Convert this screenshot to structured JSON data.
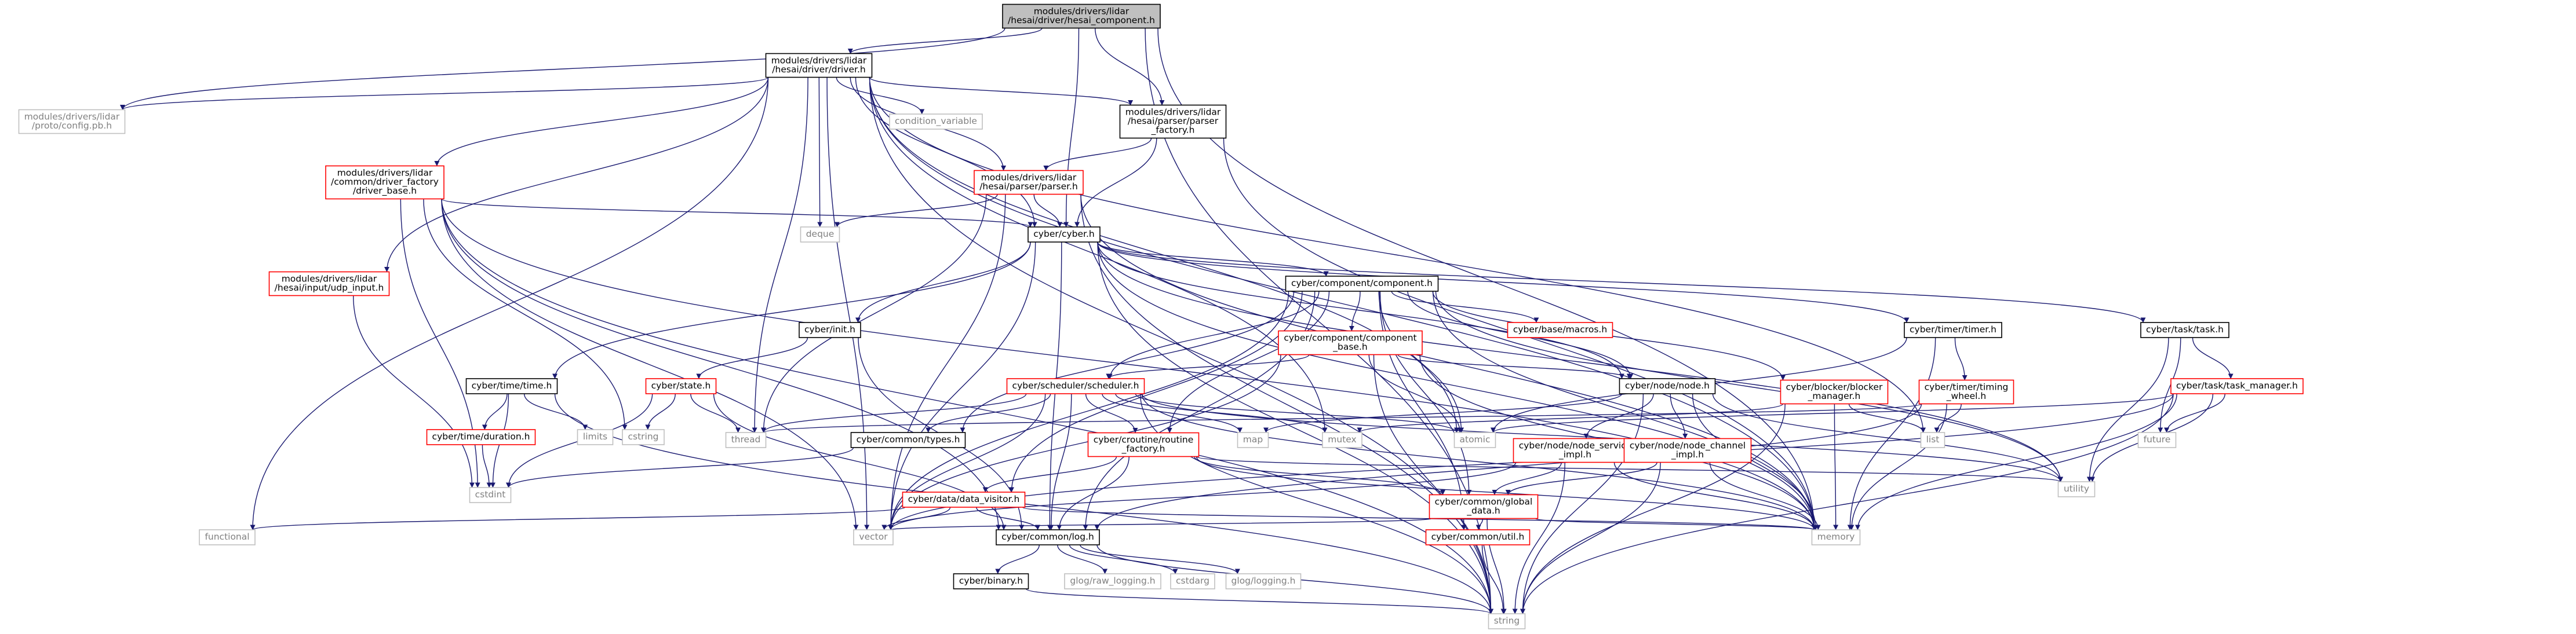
{
  "colors": {
    "edge": "#191970",
    "node_border": "#000000",
    "node_missing_border": "#bfbfbf",
    "node_red_border": "#ff0000",
    "focus_fill": "#bfbfbf",
    "text": "#000000",
    "text_missing": "#808080"
  },
  "nodes": [
    {
      "id": "n_component",
      "lines": [
        "modules/drivers/lidar",
        "/hesai/driver/hesai_component.h"
      ],
      "style": "focus"
    },
    {
      "id": "n_driver",
      "lines": [
        "modules/drivers/lidar",
        "/hesai/driver/driver.h"
      ],
      "style": "normal"
    },
    {
      "id": "n_configpb",
      "lines": [
        "modules/drivers/lidar",
        "/proto/config.pb.h"
      ],
      "style": "missing"
    },
    {
      "id": "n_parser_factory",
      "lines": [
        "modules/drivers/lidar",
        "/hesai/parser/parser",
        "_factory.h"
      ],
      "style": "normal"
    },
    {
      "id": "n_condvar",
      "lines": [
        "condition_variable"
      ],
      "style": "missing"
    },
    {
      "id": "n_driver_base",
      "lines": [
        "modules/drivers/lidar",
        "/common/driver_factory",
        "/driver_base.h"
      ],
      "style": "red"
    },
    {
      "id": "n_parser",
      "lines": [
        "modules/drivers/lidar",
        "/hesai/parser/parser.h"
      ],
      "style": "red"
    },
    {
      "id": "n_deque",
      "lines": [
        "deque"
      ],
      "style": "missing"
    },
    {
      "id": "n_cyber",
      "lines": [
        "cyber/cyber.h"
      ],
      "style": "normal"
    },
    {
      "id": "n_udp_input",
      "lines": [
        "modules/drivers/lidar",
        "/hesai/input/udp_input.h"
      ],
      "style": "red"
    },
    {
      "id": "n_component_h",
      "lines": [
        "cyber/component/component.h"
      ],
      "style": "normal"
    },
    {
      "id": "n_init",
      "lines": [
        "cyber/init.h"
      ],
      "style": "normal"
    },
    {
      "id": "n_comp_base",
      "lines": [
        "cyber/component/component",
        "_base.h"
      ],
      "style": "red"
    },
    {
      "id": "n_macros",
      "lines": [
        "cyber/base/macros.h"
      ],
      "style": "red"
    },
    {
      "id": "n_timer",
      "lines": [
        "cyber/timer/timer.h"
      ],
      "style": "normal"
    },
    {
      "id": "n_task",
      "lines": [
        "cyber/task/task.h"
      ],
      "style": "normal"
    },
    {
      "id": "n_time",
      "lines": [
        "cyber/time/time.h"
      ],
      "style": "normal"
    },
    {
      "id": "n_state",
      "lines": [
        "cyber/state.h"
      ],
      "style": "red"
    },
    {
      "id": "n_scheduler",
      "lines": [
        "cyber/scheduler/scheduler.h"
      ],
      "style": "red"
    },
    {
      "id": "n_node",
      "lines": [
        "cyber/node/node.h"
      ],
      "style": "normal"
    },
    {
      "id": "n_blocker_mgr",
      "lines": [
        "cyber/blocker/blocker",
        "_manager.h"
      ],
      "style": "red"
    },
    {
      "id": "n_timing_wheel",
      "lines": [
        "cyber/timer/timing",
        "_wheel.h"
      ],
      "style": "red"
    },
    {
      "id": "n_task_mgr",
      "lines": [
        "cyber/task/task_manager.h"
      ],
      "style": "red"
    },
    {
      "id": "n_duration",
      "lines": [
        "cyber/time/duration.h"
      ],
      "style": "red"
    },
    {
      "id": "n_limits",
      "lines": [
        "limits"
      ],
      "style": "missing"
    },
    {
      "id": "n_cstring",
      "lines": [
        "cstring"
      ],
      "style": "missing"
    },
    {
      "id": "n_thread",
      "lines": [
        "thread"
      ],
      "style": "missing"
    },
    {
      "id": "n_types",
      "lines": [
        "cyber/common/types.h"
      ],
      "style": "normal"
    },
    {
      "id": "n_routine_factory",
      "lines": [
        "cyber/croutine/routine",
        "_factory.h"
      ],
      "style": "red"
    },
    {
      "id": "n_map",
      "lines": [
        "map"
      ],
      "style": "missing"
    },
    {
      "id": "n_mutex",
      "lines": [
        "mutex"
      ],
      "style": "missing"
    },
    {
      "id": "n_atomic",
      "lines": [
        "atomic"
      ],
      "style": "missing"
    },
    {
      "id": "n_node_service",
      "lines": [
        "cyber/node/node_service",
        "_impl.h"
      ],
      "style": "red"
    },
    {
      "id": "n_node_channel",
      "lines": [
        "cyber/node/node_channel",
        "_impl.h"
      ],
      "style": "red"
    },
    {
      "id": "n_list",
      "lines": [
        "list"
      ],
      "style": "missing"
    },
    {
      "id": "n_future",
      "lines": [
        "future"
      ],
      "style": "missing"
    },
    {
      "id": "n_utility",
      "lines": [
        "utility"
      ],
      "style": "missing"
    },
    {
      "id": "n_cstdint",
      "lines": [
        "cstdint"
      ],
      "style": "missing"
    },
    {
      "id": "n_data_visitor",
      "lines": [
        "cyber/data/data_visitor.h"
      ],
      "style": "red"
    },
    {
      "id": "n_global_data",
      "lines": [
        "cyber/common/global",
        "_data.h"
      ],
      "style": "red"
    },
    {
      "id": "n_functional",
      "lines": [
        "functional"
      ],
      "style": "missing"
    },
    {
      "id": "n_vector",
      "lines": [
        "vector"
      ],
      "style": "missing"
    },
    {
      "id": "n_log",
      "lines": [
        "cyber/common/log.h"
      ],
      "style": "normal"
    },
    {
      "id": "n_memory",
      "lines": [
        "memory"
      ],
      "style": "missing"
    },
    {
      "id": "n_util",
      "lines": [
        "cyber/common/util.h"
      ],
      "style": "red"
    },
    {
      "id": "n_binary",
      "lines": [
        "cyber/binary.h"
      ],
      "style": "normal"
    },
    {
      "id": "n_glog_raw",
      "lines": [
        "glog/raw_logging.h"
      ],
      "style": "missing"
    },
    {
      "id": "n_cstdarg",
      "lines": [
        "cstdarg"
      ],
      "style": "missing"
    },
    {
      "id": "n_glog",
      "lines": [
        "glog/logging.h"
      ],
      "style": "missing"
    },
    {
      "id": "n_string",
      "lines": [
        "string"
      ],
      "style": "missing"
    }
  ],
  "edges": [
    [
      "n_component",
      "n_driver"
    ],
    [
      "n_component",
      "n_configpb"
    ],
    [
      "n_component",
      "n_parser_factory"
    ],
    [
      "n_component",
      "n_cyber"
    ],
    [
      "n_component",
      "n_memory"
    ],
    [
      "n_component",
      "n_string"
    ],
    [
      "n_driver",
      "n_configpb"
    ],
    [
      "n_driver",
      "n_parser_factory"
    ],
    [
      "n_driver",
      "n_condvar"
    ],
    [
      "n_driver",
      "n_driver_base"
    ],
    [
      "n_driver",
      "n_parser"
    ],
    [
      "n_driver",
      "n_deque"
    ],
    [
      "n_driver",
      "n_cyber"
    ],
    [
      "n_driver",
      "n_udp_input"
    ],
    [
      "n_driver",
      "n_thread"
    ],
    [
      "n_driver",
      "n_functional"
    ],
    [
      "n_driver",
      "n_vector"
    ],
    [
      "n_driver",
      "n_memory"
    ],
    [
      "n_driver",
      "n_atomic"
    ],
    [
      "n_driver",
      "n_mutex"
    ],
    [
      "n_driver",
      "n_list"
    ],
    [
      "n_driver",
      "n_string"
    ],
    [
      "n_parser_factory",
      "n_parser"
    ],
    [
      "n_parser_factory",
      "n_cyber"
    ],
    [
      "n_parser_factory",
      "n_memory"
    ],
    [
      "n_driver_base",
      "n_cyber"
    ],
    [
      "n_driver_base",
      "n_cstring"
    ],
    [
      "n_driver_base",
      "n_cstdint"
    ],
    [
      "n_driver_base",
      "n_memory"
    ],
    [
      "n_driver_base",
      "n_vector"
    ],
    [
      "n_driver_base",
      "n_string"
    ],
    [
      "n_driver_base",
      "n_log"
    ],
    [
      "n_parser",
      "n_deque"
    ],
    [
      "n_parser",
      "n_cyber"
    ],
    [
      "n_parser",
      "n_thread"
    ],
    [
      "n_parser",
      "n_memory"
    ],
    [
      "n_parser",
      "n_vector"
    ],
    [
      "n_parser",
      "n_string"
    ],
    [
      "n_udp_input",
      "n_cstdint"
    ],
    [
      "n_cyber",
      "n_component_h"
    ],
    [
      "n_cyber",
      "n_init"
    ],
    [
      "n_cyber",
      "n_timer"
    ],
    [
      "n_cyber",
      "n_task"
    ],
    [
      "n_cyber",
      "n_time"
    ],
    [
      "n_cyber",
      "n_node"
    ],
    [
      "n_cyber",
      "n_log"
    ],
    [
      "n_cyber",
      "n_memory"
    ],
    [
      "n_cyber",
      "n_string"
    ],
    [
      "n_cyber",
      "n_utility"
    ],
    [
      "n_cyber",
      "n_vector"
    ],
    [
      "n_component_h",
      "n_comp_base"
    ],
    [
      "n_component_h",
      "n_macros"
    ],
    [
      "n_component_h",
      "n_scheduler"
    ],
    [
      "n_component_h",
      "n_node"
    ],
    [
      "n_component_h",
      "n_blocker_mgr"
    ],
    [
      "n_component_h",
      "n_types"
    ],
    [
      "n_component_h",
      "n_routine_factory"
    ],
    [
      "n_component_h",
      "n_data_visitor"
    ],
    [
      "n_component_h",
      "n_global_data"
    ],
    [
      "n_component_h",
      "n_util"
    ],
    [
      "n_component_h",
      "n_log"
    ],
    [
      "n_component_h",
      "n_memory"
    ],
    [
      "n_component_h",
      "n_utility"
    ],
    [
      "n_component_h",
      "n_vector"
    ],
    [
      "n_component_h",
      "n_atomic"
    ],
    [
      "n_init",
      "n_state"
    ],
    [
      "n_init",
      "n_log"
    ],
    [
      "n_comp_base",
      "n_scheduler"
    ],
    [
      "n_comp_base",
      "n_node"
    ],
    [
      "n_comp_base",
      "n_atomic"
    ],
    [
      "n_comp_base",
      "n_memory"
    ],
    [
      "n_comp_base",
      "n_string"
    ],
    [
      "n_comp_base",
      "n_vector"
    ],
    [
      "n_timer",
      "n_timing_wheel"
    ],
    [
      "n_timer",
      "n_atomic"
    ],
    [
      "n_timer",
      "n_memory"
    ],
    [
      "n_task",
      "n_task_mgr"
    ],
    [
      "n_task",
      "n_future"
    ],
    [
      "n_task",
      "n_utility"
    ],
    [
      "n_time",
      "n_duration"
    ],
    [
      "n_time",
      "n_limits"
    ],
    [
      "n_time",
      "n_cstdint"
    ],
    [
      "n_time",
      "n_string"
    ],
    [
      "n_state",
      "n_cstring"
    ],
    [
      "n_state",
      "n_thread"
    ],
    [
      "n_state",
      "n_cstdint"
    ],
    [
      "n_state",
      "n_log"
    ],
    [
      "n_scheduler",
      "n_thread"
    ],
    [
      "n_scheduler",
      "n_types"
    ],
    [
      "n_scheduler",
      "n_routine_factory"
    ],
    [
      "n_scheduler",
      "n_map"
    ],
    [
      "n_scheduler",
      "n_mutex"
    ],
    [
      "n_scheduler",
      "n_atomic"
    ],
    [
      "n_scheduler",
      "n_vector"
    ],
    [
      "n_scheduler",
      "n_string"
    ],
    [
      "n_scheduler",
      "n_memory"
    ],
    [
      "n_scheduler",
      "n_log"
    ],
    [
      "n_scheduler",
      "n_utility"
    ],
    [
      "n_node",
      "n_node_service"
    ],
    [
      "n_node",
      "n_node_channel"
    ],
    [
      "n_node",
      "n_map"
    ],
    [
      "n_node",
      "n_memory"
    ],
    [
      "n_node",
      "n_string"
    ],
    [
      "n_node",
      "n_utility"
    ],
    [
      "n_blocker_mgr",
      "n_list"
    ],
    [
      "n_blocker_mgr",
      "n_mutex"
    ],
    [
      "n_blocker_mgr",
      "n_memory"
    ],
    [
      "n_blocker_mgr",
      "n_string"
    ],
    [
      "n_timing_wheel",
      "n_list"
    ],
    [
      "n_timing_wheel",
      "n_thread"
    ],
    [
      "n_timing_wheel",
      "n_memory"
    ],
    [
      "n_timing_wheel",
      "n_log"
    ],
    [
      "n_task_mgr",
      "n_future"
    ],
    [
      "n_task_mgr",
      "n_utility"
    ],
    [
      "n_task_mgr",
      "n_atomic"
    ],
    [
      "n_task_mgr",
      "n_memory"
    ],
    [
      "n_task_mgr",
      "n_string"
    ],
    [
      "n_task_mgr",
      "n_vector"
    ],
    [
      "n_duration",
      "n_cstdint"
    ],
    [
      "n_types",
      "n_cstdint"
    ],
    [
      "n_routine_factory",
      "n_data_visitor"
    ],
    [
      "n_routine_factory",
      "n_global_data"
    ],
    [
      "n_routine_factory",
      "n_memory"
    ],
    [
      "n_routine_factory",
      "n_utility"
    ],
    [
      "n_routine_factory",
      "n_log"
    ],
    [
      "n_node_service",
      "n_global_data"
    ],
    [
      "n_node_service",
      "n_memory"
    ],
    [
      "n_node_service",
      "n_string"
    ],
    [
      "n_node_service",
      "n_vector"
    ],
    [
      "n_node_channel",
      "n_global_data"
    ],
    [
      "n_node_channel",
      "n_memory"
    ],
    [
      "n_node_channel",
      "n_string"
    ],
    [
      "n_data_visitor",
      "n_functional"
    ],
    [
      "n_data_visitor",
      "n_vector"
    ],
    [
      "n_data_visitor",
      "n_log"
    ],
    [
      "n_data_visitor",
      "n_memory"
    ],
    [
      "n_global_data",
      "n_util"
    ],
    [
      "n_global_data",
      "n_string"
    ],
    [
      "n_global_data",
      "n_vector"
    ],
    [
      "n_global_data",
      "n_memory"
    ],
    [
      "n_util",
      "n_string"
    ],
    [
      "n_log",
      "n_binary"
    ],
    [
      "n_log",
      "n_glog_raw"
    ],
    [
      "n_log",
      "n_cstdarg"
    ],
    [
      "n_log",
      "n_glog"
    ],
    [
      "n_log",
      "n_string"
    ],
    [
      "n_binary",
      "n_string"
    ]
  ]
}
